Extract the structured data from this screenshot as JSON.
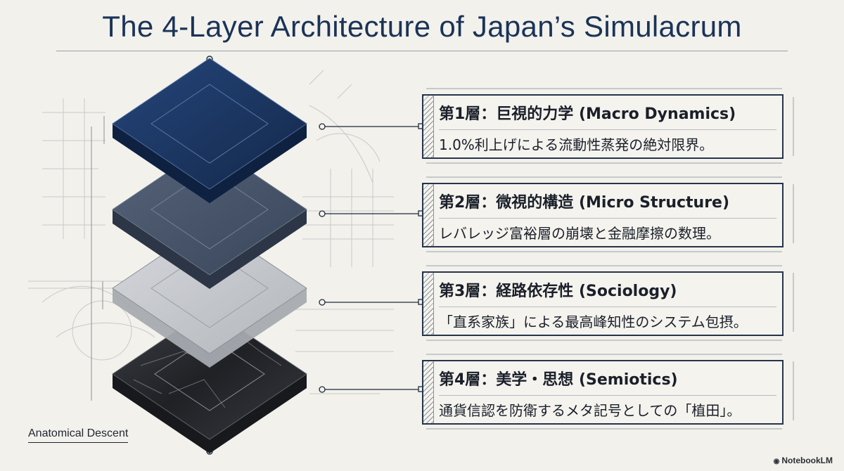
{
  "title": "The 4-Layer Architecture of Japan’s Simulacrum",
  "layers": [
    {
      "heading": "第1層：巨視的力学 (Macro Dynamics)",
      "body": "1.0%利上げによる流動性蒸発の絶対限界。",
      "color": "#1b365f"
    },
    {
      "heading": "第2層：微視的構造 (Micro Structure)",
      "body": "レバレッジ富裕層の崩壊と金融摩擦の数理。",
      "color": "#3d4a5c"
    },
    {
      "heading": "第3層：経路依存性 (Sociology)",
      "body": "「直系家族」による最高峰知性のシステム包摂。",
      "color": "#c3c6cb"
    },
    {
      "heading": "第4層：美学・思想 (Semiotics)",
      "body": "通貨信認を防衛するメタ記号としての「植田」。",
      "color": "#2a2c31"
    }
  ],
  "caption": "Anatomical Descent",
  "brand": "NotebookLM",
  "colors": {
    "title": "#1b3357",
    "line": "#26344c",
    "background": "#f2f1ec"
  }
}
